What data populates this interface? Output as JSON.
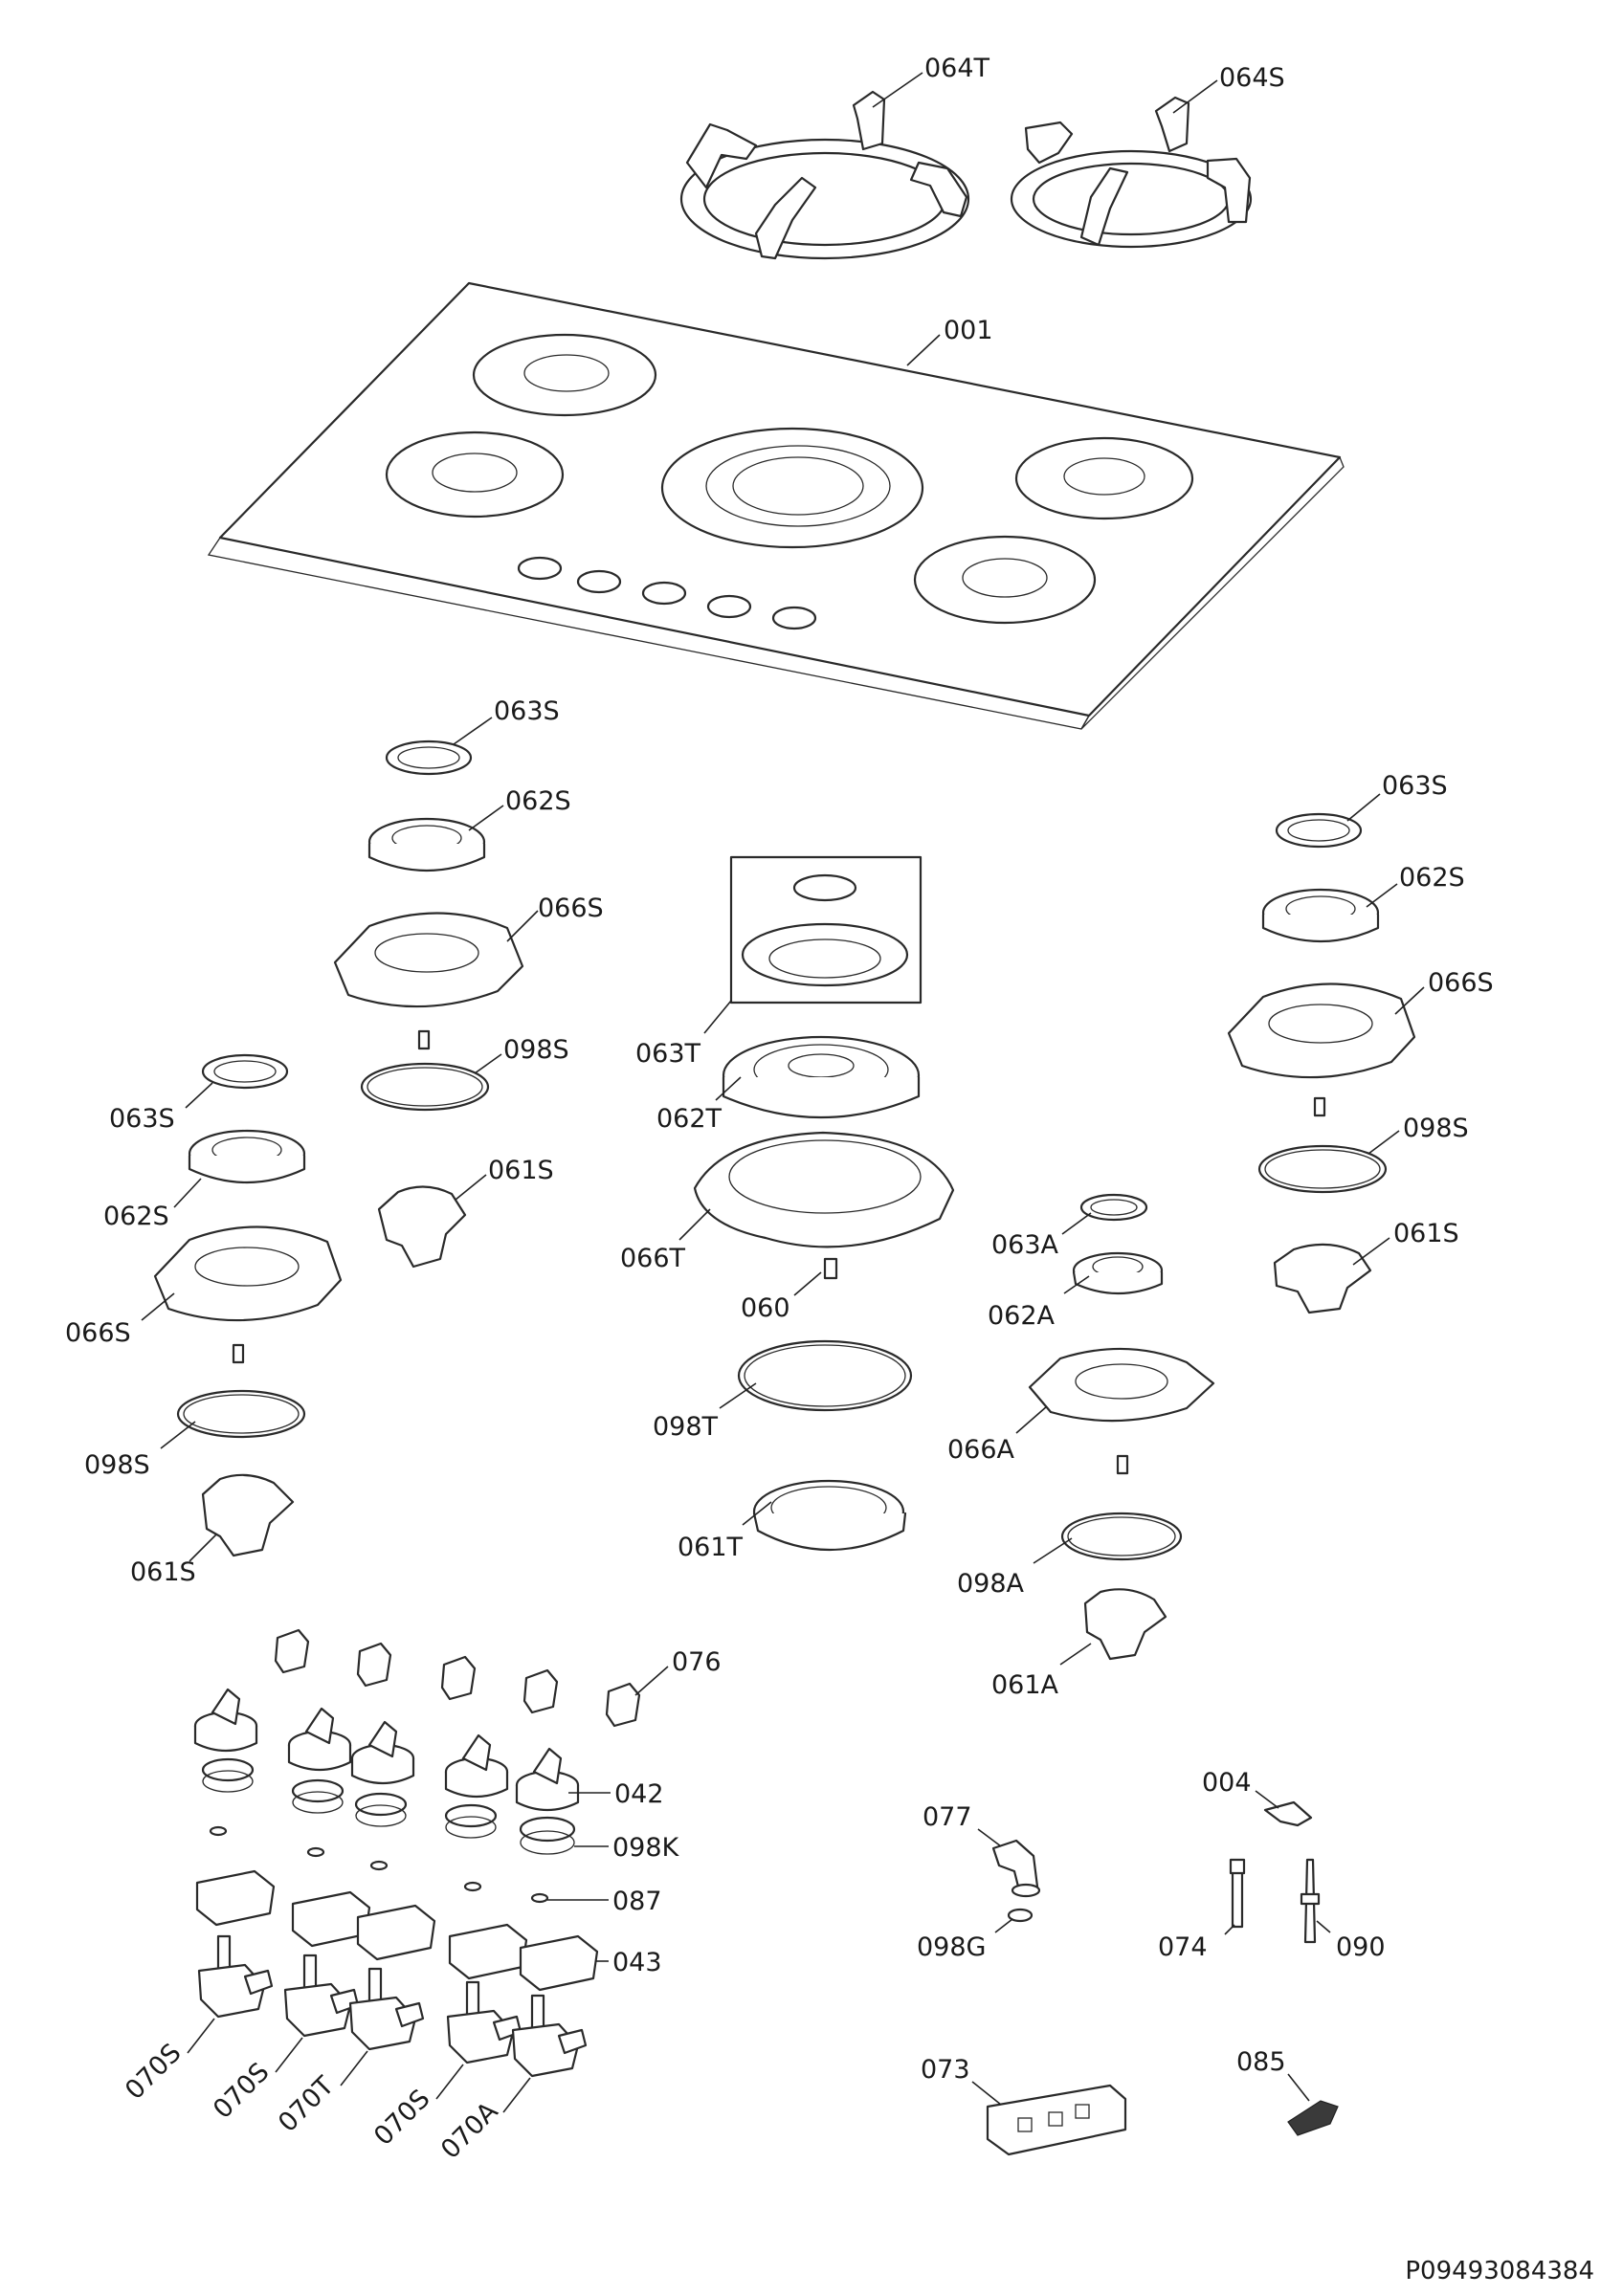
{
  "diagram": {
    "reference_code": "P09493084384",
    "labels": [
      {
        "id": "l01",
        "text": "064T"
      },
      {
        "id": "l02",
        "text": "064S"
      },
      {
        "id": "l03",
        "text": "001"
      },
      {
        "id": "l04",
        "text": "063S"
      },
      {
        "id": "l05",
        "text": "062S"
      },
      {
        "id": "l06",
        "text": "066S"
      },
      {
        "id": "l07",
        "text": "098S"
      },
      {
        "id": "l08",
        "text": "061S"
      },
      {
        "id": "l09",
        "text": "063S"
      },
      {
        "id": "l10",
        "text": "062S"
      },
      {
        "id": "l11",
        "text": "066S"
      },
      {
        "id": "l12",
        "text": "098S"
      },
      {
        "id": "l13",
        "text": "061S"
      },
      {
        "id": "l14",
        "text": "063S"
      },
      {
        "id": "l15",
        "text": "062S"
      },
      {
        "id": "l16",
        "text": "066S"
      },
      {
        "id": "l17",
        "text": "098S"
      },
      {
        "id": "l18",
        "text": "061S"
      },
      {
        "id": "l19",
        "text": "063T"
      },
      {
        "id": "l20",
        "text": "062T"
      },
      {
        "id": "l21",
        "text": "066T"
      },
      {
        "id": "l22",
        "text": "060"
      },
      {
        "id": "l23",
        "text": "098T"
      },
      {
        "id": "l24",
        "text": "061T"
      },
      {
        "id": "l25",
        "text": "063A"
      },
      {
        "id": "l26",
        "text": "062A"
      },
      {
        "id": "l27",
        "text": "066A"
      },
      {
        "id": "l28",
        "text": "098A"
      },
      {
        "id": "l29",
        "text": "061A"
      },
      {
        "id": "l30",
        "text": "076"
      },
      {
        "id": "l31",
        "text": "042"
      },
      {
        "id": "l32",
        "text": "098K"
      },
      {
        "id": "l33",
        "text": "087"
      },
      {
        "id": "l34",
        "text": "043"
      },
      {
        "id": "l35",
        "text": "070S"
      },
      {
        "id": "l36",
        "text": "070S"
      },
      {
        "id": "l37",
        "text": "070T"
      },
      {
        "id": "l38",
        "text": "070S"
      },
      {
        "id": "l39",
        "text": "070A"
      },
      {
        "id": "l40",
        "text": "077"
      },
      {
        "id": "l41",
        "text": "098G"
      },
      {
        "id": "l42",
        "text": "004"
      },
      {
        "id": "l43",
        "text": "074"
      },
      {
        "id": "l44",
        "text": "090"
      },
      {
        "id": "l45",
        "text": "073"
      },
      {
        "id": "l46",
        "text": "085"
      }
    ]
  }
}
